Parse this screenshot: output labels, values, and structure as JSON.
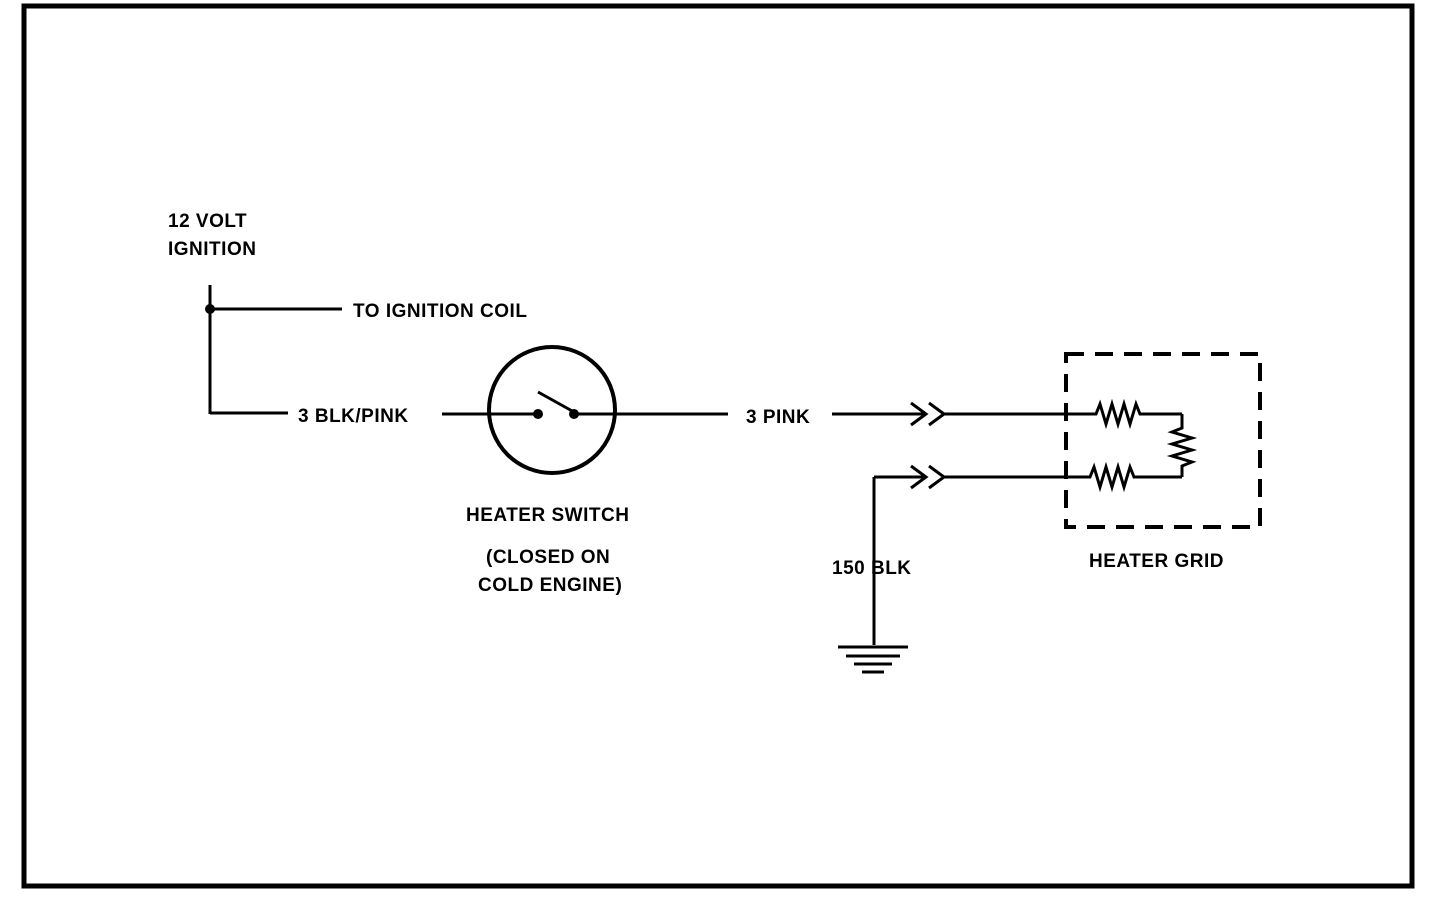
{
  "colors": {
    "ink": "#000000",
    "paper": "#ffffff"
  },
  "labels": {
    "source_line1": "12 VOLT",
    "source_line2": "IGNITION",
    "to_coil": "TO IGNITION COIL",
    "wire_blk_pink": "3 BLK/PINK",
    "wire_pink": "3 PINK",
    "switch_name": "HEATER SWITCH",
    "switch_note_line1": "(CLOSED ON",
    "switch_note_line2": "COLD ENGINE)",
    "ground_wire": "150 BLK",
    "grid_name": "HEATER GRID"
  },
  "icons": {
    "switch": "switch-icon",
    "connector": "connector-icon",
    "resistor": "resistor-icon",
    "ground": "ground-icon"
  }
}
